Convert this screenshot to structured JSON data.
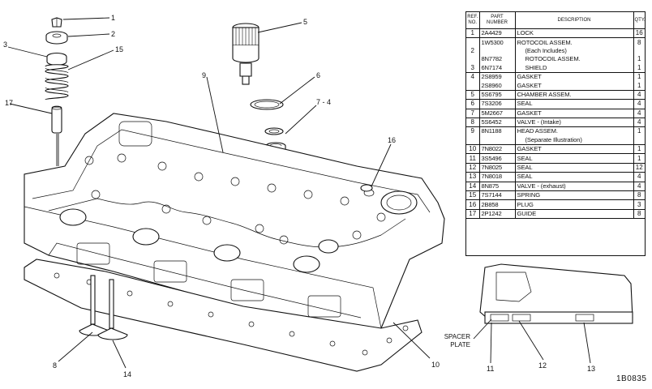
{
  "callouts": {
    "c1": "1",
    "c2": "2",
    "c3": "3",
    "c4": "4",
    "c5": "5",
    "c6": "6",
    "c7": "7 - 4",
    "c8": "8",
    "c9": "9",
    "c10": "10",
    "c11": "11",
    "c12": "12",
    "c13": "13",
    "c14": "14",
    "c15": "15",
    "c16": "16",
    "c17": "17"
  },
  "spacer_plate_label": [
    "SPACER",
    "PLATE"
  ],
  "drawing_number": "1B0835",
  "table": {
    "headers": {
      "ref": "REF. NO.",
      "part": "PART NUMBER",
      "desc": "DESCRIPTION",
      "qty": "QTY."
    },
    "rows": [
      {
        "ref": "1",
        "part": "2A4429",
        "desc": "LOCK",
        "qty": "16",
        "group_end": true
      },
      {
        "ref": "",
        "part": "1W5300",
        "desc": "ROTOCOIL ASSEM.",
        "qty": "8"
      },
      {
        "ref": "2",
        "part": "",
        "desc": "(Each Includes)",
        "qty": "",
        "sub": true
      },
      {
        "ref": "",
        "part": "8N7782",
        "desc": "ROTOCOIL ASSEM.",
        "qty": "1",
        "sub": true
      },
      {
        "ref": "3",
        "part": "6N7174",
        "desc": "SHIELD",
        "qty": "1",
        "sub": true,
        "group_end": true
      },
      {
        "ref": "4",
        "part": "2S8959",
        "desc": "GASKET",
        "qty": "1"
      },
      {
        "ref": "",
        "part": "2S8960",
        "desc": "GASKET",
        "qty": "1",
        "group_end": true
      },
      {
        "ref": "5",
        "part": "5S6795",
        "desc": "CHAMBER ASSEM.",
        "qty": "4",
        "group_end": true
      },
      {
        "ref": "6",
        "part": "7S3206",
        "desc": "SEAL",
        "qty": "4",
        "group_end": true
      },
      {
        "ref": "7",
        "part": "5M2667",
        "desc": "GASKET",
        "qty": "4",
        "group_end": true
      },
      {
        "ref": "8",
        "part": "5S6452",
        "desc": "VALVE - (Intake)",
        "qty": "4",
        "group_end": true
      },
      {
        "ref": "9",
        "part": "8N1188",
        "desc": "HEAD ASSEM.",
        "qty": "1"
      },
      {
        "ref": "",
        "part": "",
        "desc": "(Separate Illustration)",
        "qty": "",
        "sub": true,
        "group_end": true
      },
      {
        "ref": "10",
        "part": "7N8022",
        "desc": "GASKET",
        "qty": "1",
        "group_end": true
      },
      {
        "ref": "11",
        "part": "3S5496",
        "desc": "SEAL",
        "qty": "1",
        "group_end": true
      },
      {
        "ref": "12",
        "part": "7N8025",
        "desc": "SEAL",
        "qty": "12",
        "group_end": true
      },
      {
        "ref": "13",
        "part": "7N8018",
        "desc": "SEAL",
        "qty": "4",
        "group_end": true
      },
      {
        "ref": "14",
        "part": "8N875",
        "desc": "VALVE - (exhaust)",
        "qty": "4",
        "group_end": true
      },
      {
        "ref": "15",
        "part": "7S7144",
        "desc": "SPRING",
        "qty": "8",
        "group_end": true
      },
      {
        "ref": "16",
        "part": "2B858",
        "desc": "PLUG",
        "qty": "3",
        "group_end": true
      },
      {
        "ref": "17",
        "part": "2P1242",
        "desc": "GUIDE",
        "qty": "8",
        "group_end": true
      }
    ]
  }
}
